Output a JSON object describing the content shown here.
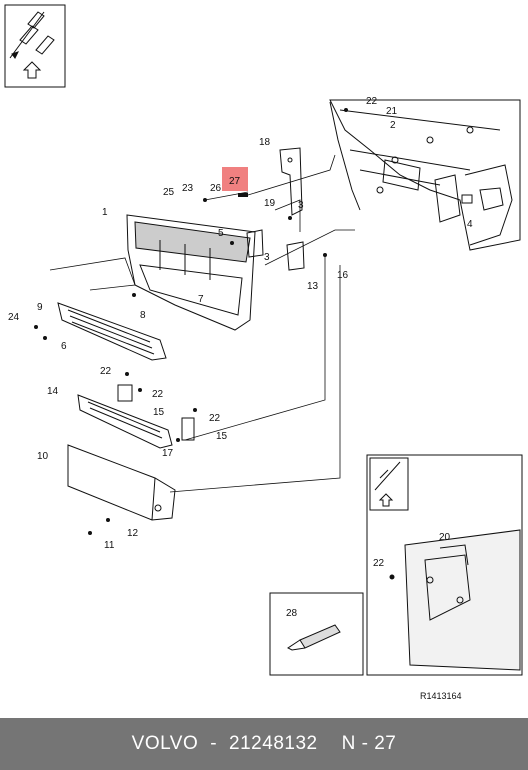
{
  "callouts": [
    {
      "id": "c22a",
      "label": "22"
    },
    {
      "id": "c21",
      "label": "21"
    },
    {
      "id": "c2",
      "label": "2"
    },
    {
      "id": "c18",
      "label": "18"
    },
    {
      "id": "c27",
      "label": "27"
    },
    {
      "id": "c26",
      "label": "26"
    },
    {
      "id": "c23",
      "label": "23"
    },
    {
      "id": "c25",
      "label": "25"
    },
    {
      "id": "c19",
      "label": "19"
    },
    {
      "id": "c3a",
      "label": "3"
    },
    {
      "id": "c3b",
      "label": "3"
    },
    {
      "id": "c4",
      "label": "4"
    },
    {
      "id": "c1",
      "label": "1"
    },
    {
      "id": "c5",
      "label": "5"
    },
    {
      "id": "c13",
      "label": "13"
    },
    {
      "id": "c16",
      "label": "16"
    },
    {
      "id": "c7",
      "label": "7"
    },
    {
      "id": "c8",
      "label": "8"
    },
    {
      "id": "c9",
      "label": "9"
    },
    {
      "id": "c24",
      "label": "24"
    },
    {
      "id": "c6",
      "label": "6"
    },
    {
      "id": "c22b",
      "label": "22"
    },
    {
      "id": "c14",
      "label": "14"
    },
    {
      "id": "c22c",
      "label": "22"
    },
    {
      "id": "c15a",
      "label": "15"
    },
    {
      "id": "c22d",
      "label": "22"
    },
    {
      "id": "c15b",
      "label": "15"
    },
    {
      "id": "c17",
      "label": "17"
    },
    {
      "id": "c10",
      "label": "10"
    },
    {
      "id": "c12",
      "label": "12"
    },
    {
      "id": "c11",
      "label": "11"
    },
    {
      "id": "c20",
      "label": "20"
    },
    {
      "id": "c22e",
      "label": "22"
    },
    {
      "id": "c28",
      "label": "28"
    }
  ],
  "highlight_color": "#f08080",
  "reference": "R1413164",
  "footer": {
    "brand": "VOLVO",
    "separator": "-",
    "part_number": "21248132",
    "page_label": "N - 27"
  }
}
